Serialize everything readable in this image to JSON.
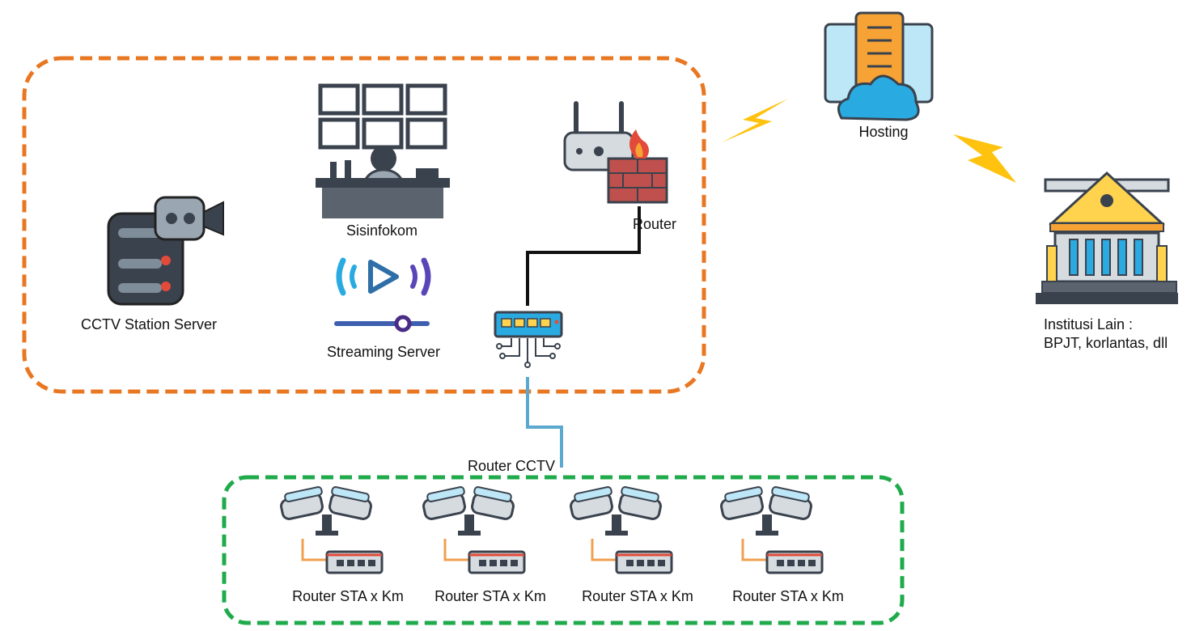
{
  "nodes": {
    "cctv_server": {
      "label": "CCTV Station Server",
      "icon": "cctv-server-icon"
    },
    "sisinfokom": {
      "label": "Sisinfokom",
      "icon": "control-room-icon"
    },
    "streaming_server": {
      "label": "Streaming Server",
      "icon": "streaming-icon"
    },
    "router": {
      "label": "Router",
      "icon": "firewall-router-icon"
    },
    "router_cctv": {
      "label": "Router CCTV",
      "icon": "network-switch-icon"
    },
    "hosting": {
      "label": "Hosting",
      "icon": "cloud-hosting-icon"
    },
    "institution": {
      "label_line1": "Institusi Lain :",
      "label_line2": "BPJT, korlantas, dll",
      "icon": "government-building-icon"
    }
  },
  "field_routers": [
    {
      "label": "Router STA x Km"
    },
    {
      "label": "Router STA x Km"
    },
    {
      "label": "Router STA x Km"
    },
    {
      "label": "Router STA x Km"
    }
  ],
  "colors": {
    "core_group_border": "#E87722",
    "field_group_border": "#1FAA4B",
    "wired_link": "#111111",
    "cctv_link": "#5BA9CF",
    "camera_link": "#F0A050",
    "wireless_link": "#FFC20E",
    "dark": "#3A424D",
    "steel": "#7F8C99",
    "accent_blue": "#29ABE2",
    "accent_orange": "#F7A234",
    "accent_red": "#E24B3A",
    "brick": "#C0504D"
  }
}
